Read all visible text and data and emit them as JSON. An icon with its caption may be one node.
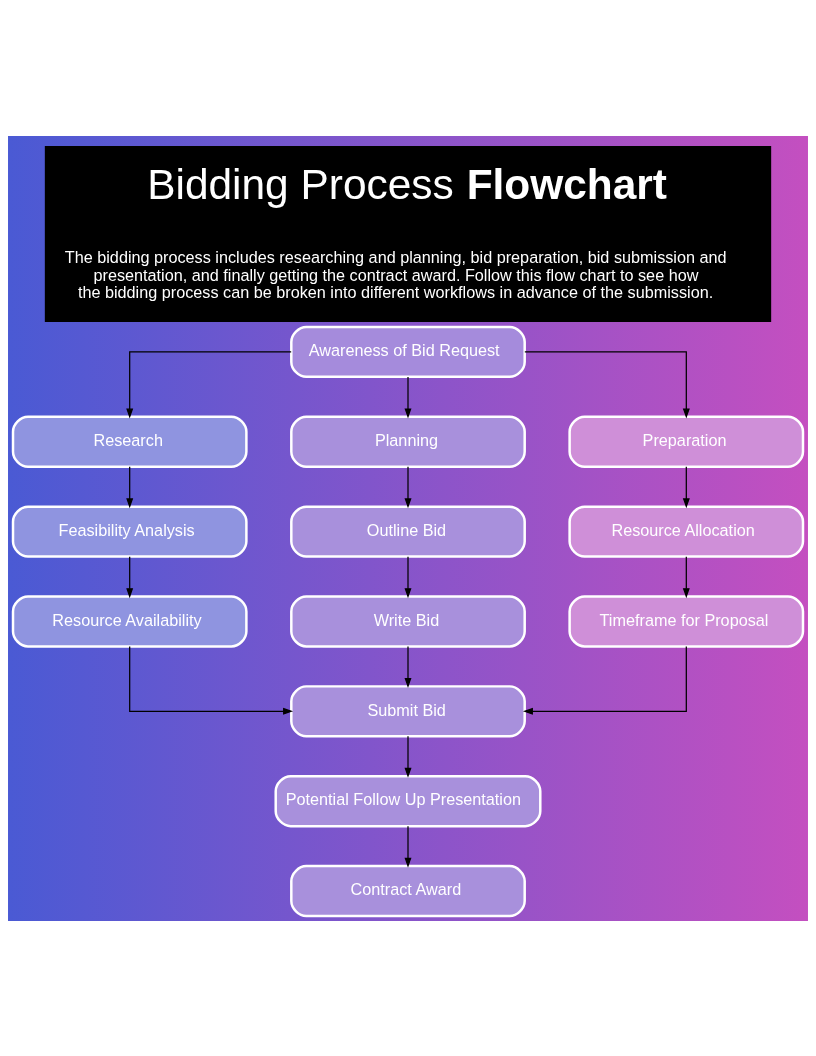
{
  "diagram": {
    "title": "Bidding Process **Flowchart**",
    "caption": "The bidding process includes researching and planning, bid preparation, bid submission and presentation, and finally getting the contract award. Follow this flow chart to see how the bidding process can be broken into different workflows in advance of the submission.",
    "nodes": [
      {
        "text": [
          "Awareness of Bid Request"
        ]
      },
      {
        "text": [
          "Research"
        ]
      },
      {
        "text": [
          "Planning"
        ]
      },
      {
        "text": [
          "Preparation"
        ]
      },
      {
        "text": [
          "Feasibility Analysis"
        ]
      },
      {
        "text": [
          "Outline Bid"
        ]
      },
      {
        "text": [
          "Resource Allocation"
        ]
      },
      {
        "text": [
          "Resource Availability"
        ]
      },
      {
        "text": [
          "Write Bid"
        ]
      },
      {
        "text": [
          "Timeframe for Proposal"
        ]
      },
      {
        "text": [
          "Submit Bid"
        ]
      },
      {
        "text": [
          "Potential Follow Up Presentation"
        ]
      },
      {
        "text": [
          "Contract Award"
        ]
      }
    ],
    "edges": [
      {
        "from": 0,
        "to": 1,
        "arrow": "to"
      },
      {
        "from": 0,
        "to": 2,
        "arrow": "to"
      },
      {
        "from": 0,
        "to": 3,
        "arrow": "to"
      },
      {
        "from": 1,
        "to": 4,
        "arrow": "to"
      },
      {
        "from": 2,
        "to": 5,
        "arrow": "to"
      },
      {
        "from": 3,
        "to": 6,
        "arrow": "to"
      },
      {
        "from": 4,
        "to": 7,
        "arrow": "to"
      },
      {
        "from": 5,
        "to": 8,
        "arrow": "to"
      },
      {
        "from": 6,
        "to": 9,
        "arrow": "to"
      },
      {
        "from": 7,
        "to": 10,
        "arrow": "to"
      },
      {
        "from": 8,
        "to": 10,
        "arrow": "to"
      },
      {
        "from": 9,
        "to": 10,
        "arrow": "to"
      },
      {
        "from": 10,
        "to": 11,
        "arrow": "to"
      },
      {
        "from": 11,
        "to": 12,
        "arrow": "to"
      }
    ]
  }
}
